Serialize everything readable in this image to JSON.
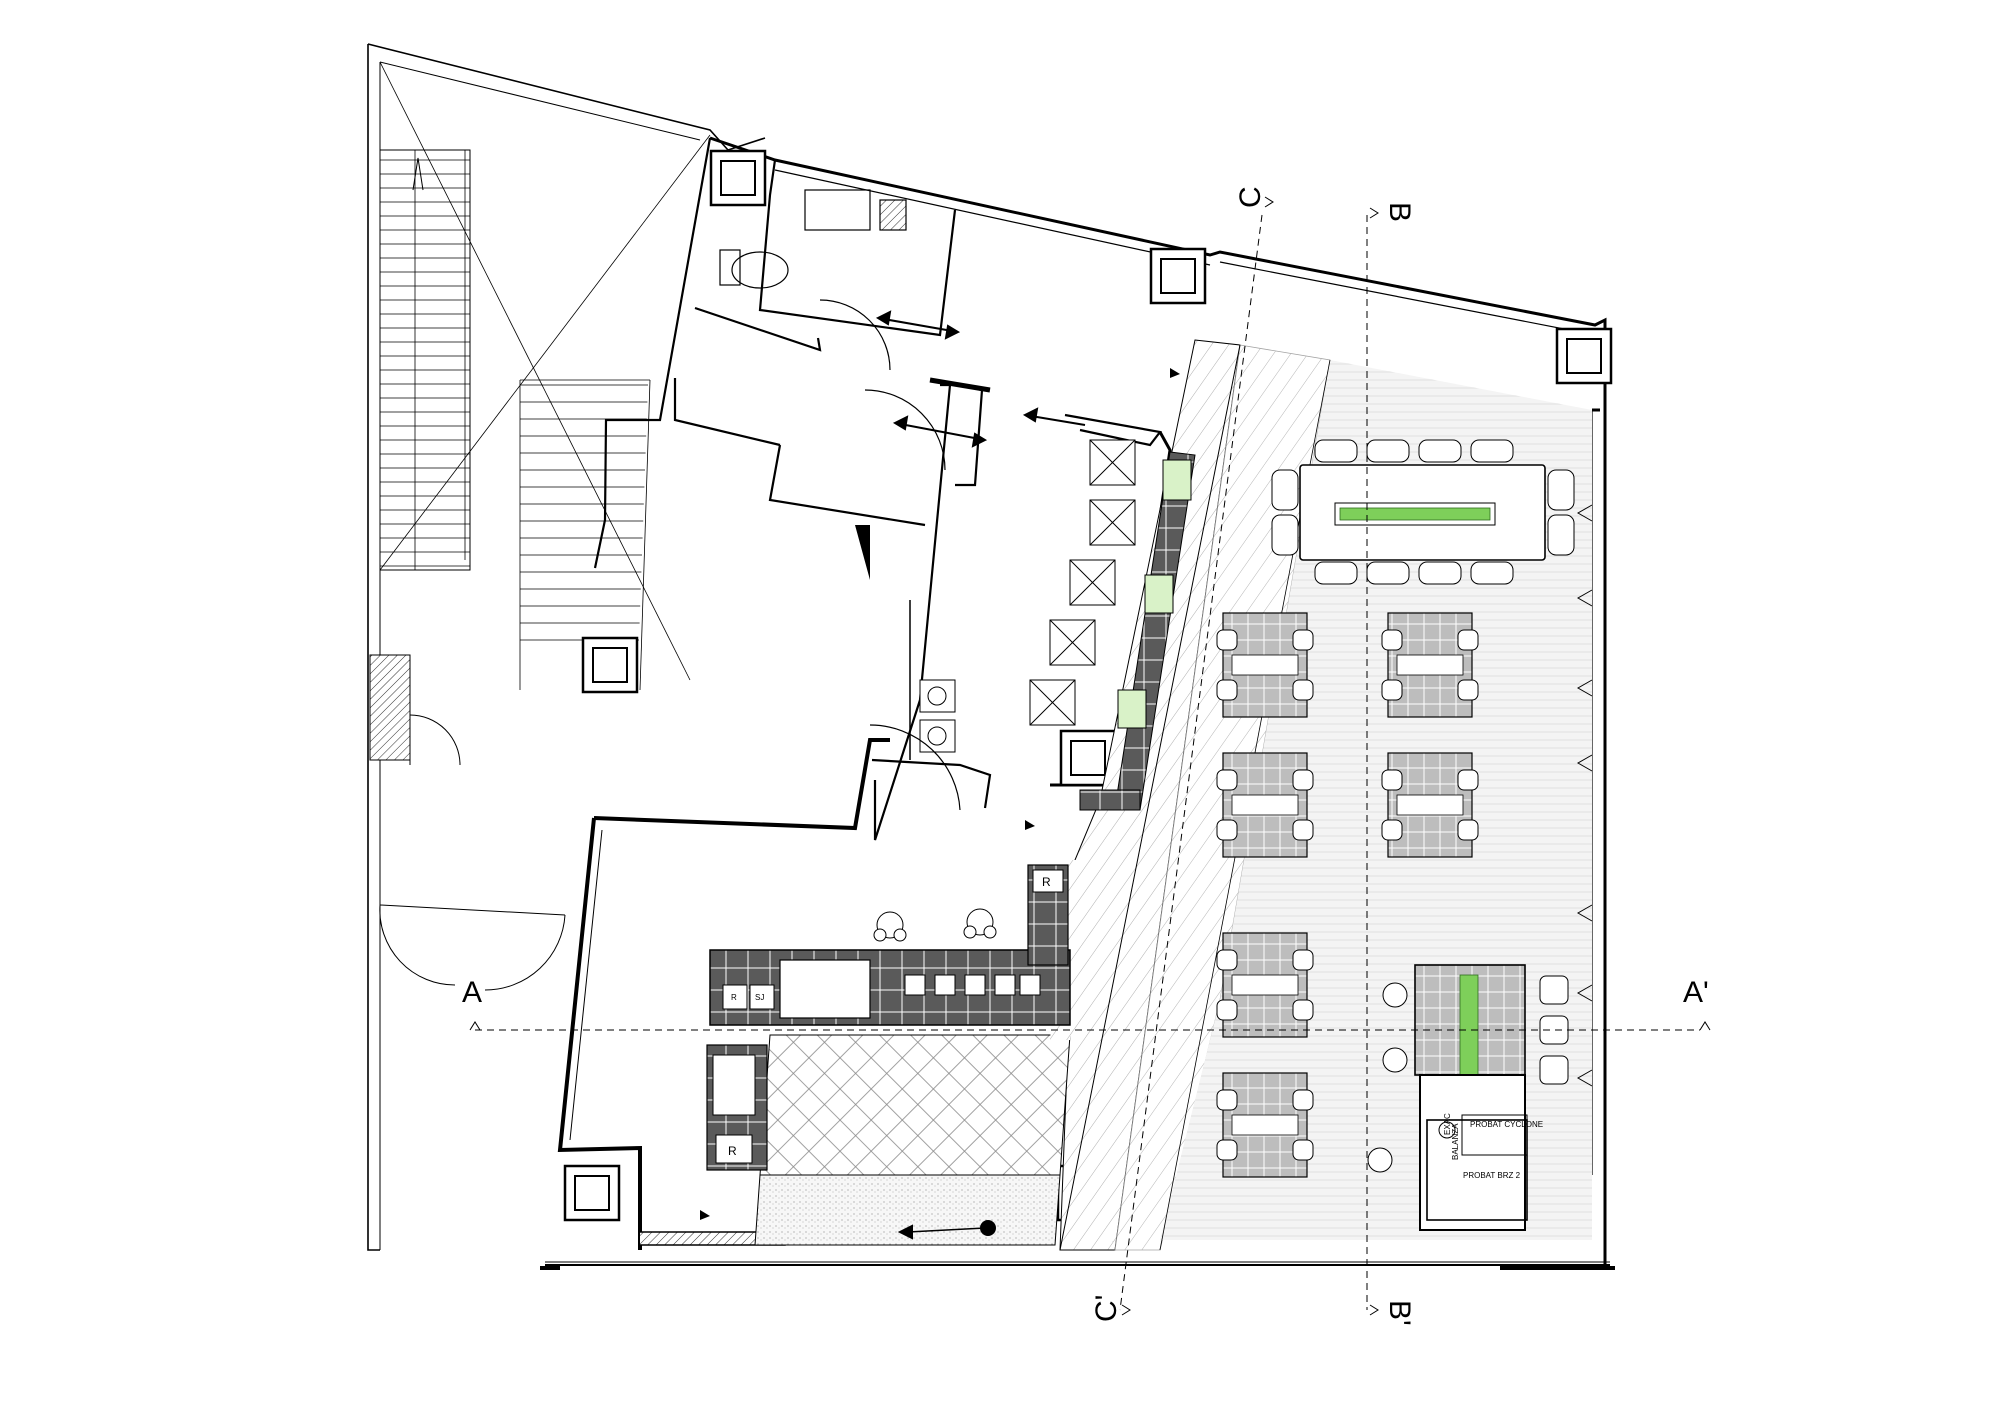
{
  "section_markers": {
    "a_left": "A",
    "a_right": "A'",
    "b_top": "B",
    "b_bottom": "B'",
    "c_top": "C",
    "c_bottom": "C'"
  },
  "fixtures": {
    "fridge_upper": "R",
    "fridge_lower": "R",
    "bar_r": "R",
    "bar_sj": "SJ",
    "roaster_cyclone": "PROBAT CYCLONE",
    "roaster_main": "PROBAT BRZ 2",
    "roaster_small": "EXAC",
    "scale": "BALANZA"
  },
  "colors": {
    "line": "#000000",
    "hatch": "#555555",
    "tile_dark": "#5a5a5a",
    "tile_light": "#bdbdbd",
    "green_accent": "#7ecf5a",
    "floor_wood": "#f2f2f2"
  }
}
